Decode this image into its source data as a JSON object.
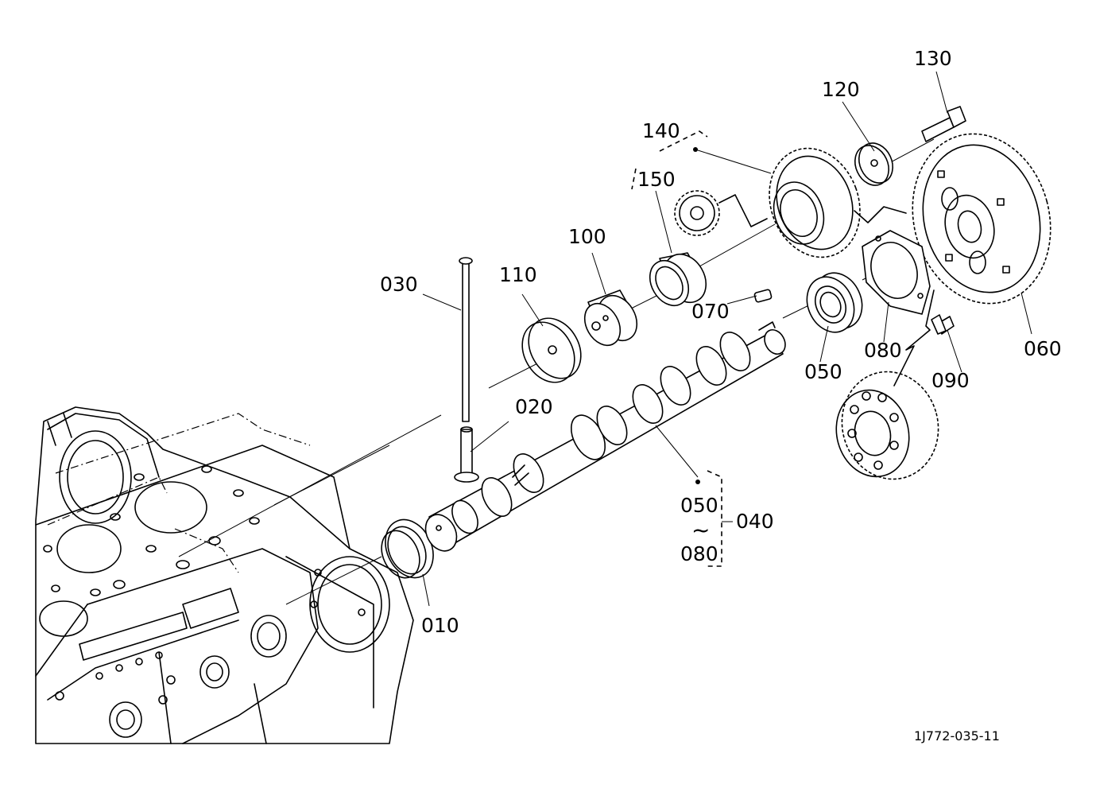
{
  "labels": {
    "p010": "010",
    "p020": "020",
    "p030": "030",
    "p040": "040",
    "p050": "050",
    "p060": "060",
    "p070": "070",
    "p080": "080",
    "p090": "090",
    "p100": "100",
    "p110": "110",
    "p120": "120",
    "p130": "130",
    "p140": "140",
    "p150": "150",
    "range_start": "050",
    "range_sep": "~",
    "range_end": "080"
  },
  "reference_code": "1J772-035-11"
}
